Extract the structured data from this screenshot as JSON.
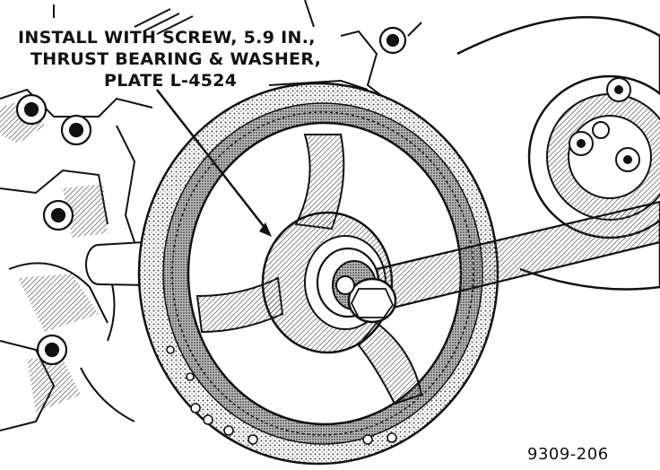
{
  "callout": {
    "line1": "INSTALL WITH SCREW, 5.9 IN.,",
    "line2": "THRUST BEARING & WASHER,",
    "line3": "PLATE L-4524"
  },
  "figure_number": "9309-206",
  "colors": {
    "ink": "#111111",
    "paper": "#ffffff",
    "shade": "#8a8a8a"
  }
}
